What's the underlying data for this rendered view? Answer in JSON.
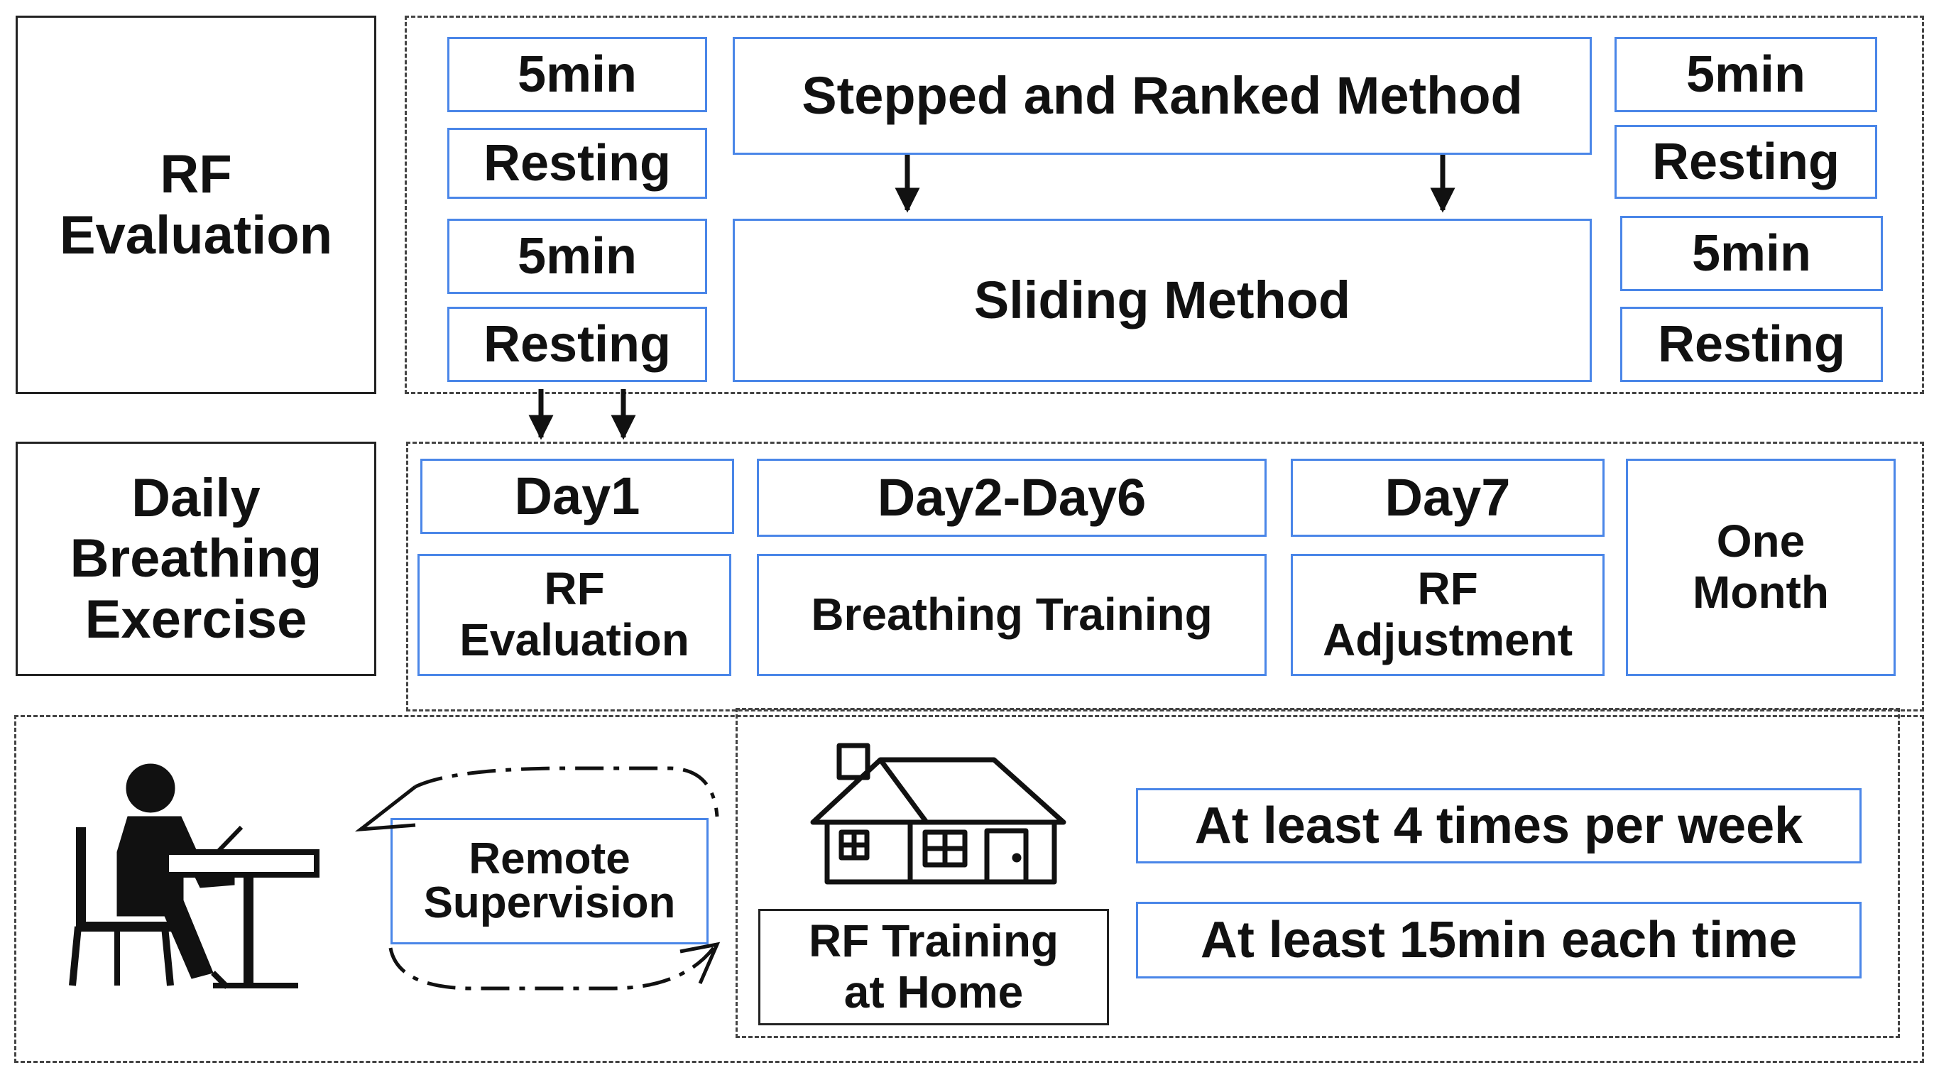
{
  "eval": {
    "label": "RF\nEvaluation",
    "left_top_time": "5min",
    "left_top_rest": "Resting",
    "left_bottom_time": "5min",
    "left_bottom_rest": "Resting",
    "stepped": "Stepped and Ranked Method",
    "sliding": "Sliding Method",
    "right_top_time": "5min",
    "right_top_rest": "Resting",
    "right_bottom_time": "5min",
    "right_bottom_rest": "Resting"
  },
  "daily": {
    "label": "Daily\nBreathing\nExercise",
    "day1": "Day1",
    "day1_task": "RF\nEvaluation",
    "day2_6": "Day2-Day6",
    "day2_6_task": "Breathing Training",
    "day7": "Day7",
    "day7_task": "RF\nAdjustment",
    "month": "One\nMonth"
  },
  "home": {
    "remote": "Remote\nSupervision",
    "training": "RF Training\nat Home",
    "freq1": "At least 4 times per week",
    "freq2": "At least 15min each time"
  },
  "icons": [
    "person-at-desk-icon",
    "house-icon"
  ],
  "colors": {
    "box_border_blue": "#4a86e8",
    "box_border_black": "#222222",
    "dashed": "#444444"
  }
}
